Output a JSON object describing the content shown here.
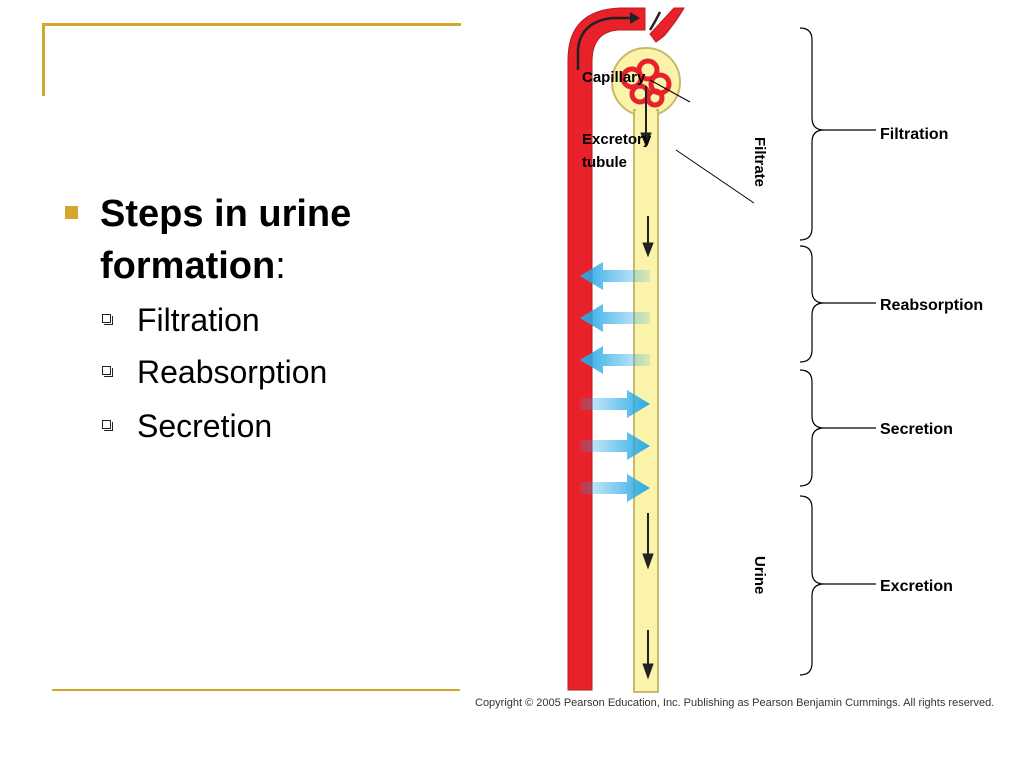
{
  "slide": {
    "heading_bold": "Steps in urine formation",
    "heading_colon": ":",
    "sub_items": [
      "Filtration",
      "Reabsorption",
      "Secretion"
    ]
  },
  "diagram": {
    "labels": {
      "capillary": "Capillary",
      "excretory_line1": "Excretory",
      "excretory_line2": "tubule",
      "filtrate": "Filtrate",
      "urine": "Urine"
    },
    "steps": [
      "Filtration",
      "Reabsorption",
      "Secretion",
      "Excretion"
    ]
  },
  "copyright": "Copyright © 2005 Pearson Education, Inc. Publishing as Pearson Benjamin Cummings. All rights reserved.",
  "colors": {
    "accent": "#d4a72c",
    "capillary": "#e8212a",
    "capillary_dark": "#b51d1d",
    "tubule": "#fbf3a9",
    "tubule_edge": "#c9b96a",
    "arrow_blue": "#29a9e6"
  }
}
